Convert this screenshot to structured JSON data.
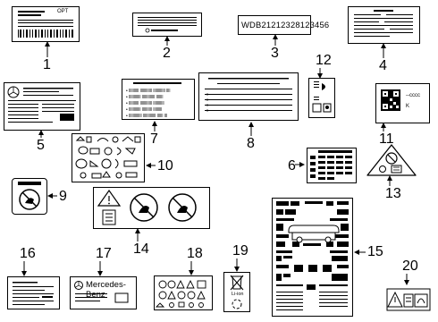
{
  "callouts": [
    "1",
    "2",
    "3",
    "4",
    "5",
    "6",
    "7",
    "8",
    "9",
    "10",
    "11",
    "12",
    "13",
    "14",
    "15",
    "16",
    "17",
    "18",
    "19",
    "20"
  ],
  "label_1": {
    "code": "OPT"
  },
  "label_3": {
    "vin": "WDB21212328123456"
  },
  "label_7": {
    "lines": [
      "• llllllllll llllllllllll llllllllllll llll",
      "• llllllllllll lllllllllllll lllllll",
      "• llllllllll llllllllllll lllllllllll",
      "• llllllllllll llllllllll lllllllll",
      "• lllllllllllll lllllllllllll llllll lll"
    ]
  },
  "label_11": {
    "code": "--cccc",
    "mark": "K"
  },
  "label_17": {
    "brand": "Mercedes-Benz"
  },
  "label_19": {
    "text": "Li-ion"
  }
}
